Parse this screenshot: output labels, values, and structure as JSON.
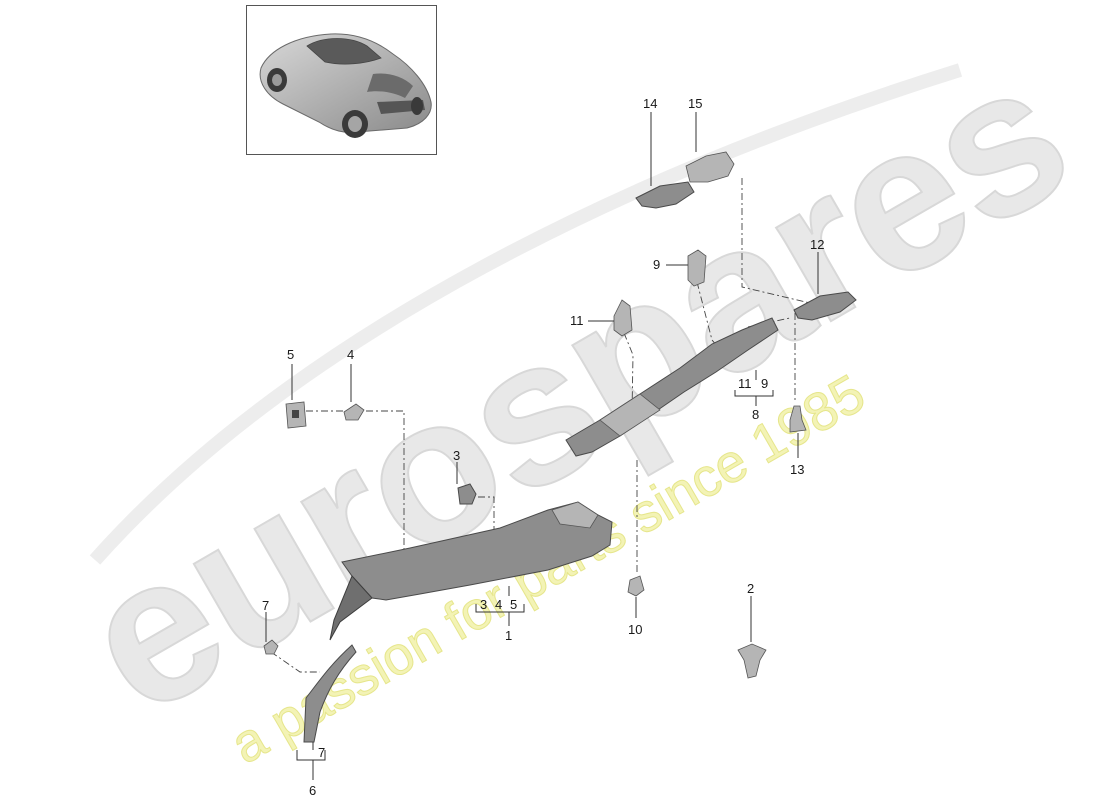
{
  "watermark": {
    "brand": "eurospares",
    "tagline": "a passion for parts since 1985"
  },
  "callouts": {
    "n1": "1",
    "n2": "2",
    "n3": "3",
    "n4": "4",
    "n5": "5",
    "n6": "6",
    "n7": "7",
    "n8": "8",
    "n9": "9",
    "n10": "10",
    "n11": "11",
    "n12": "12",
    "n13": "13",
    "n14": "14",
    "n15": "15"
  },
  "group_labels": {
    "g1_a": "3",
    "g1_b": "4",
    "g1_c": "5",
    "g6_a": "7",
    "g8_a": "11",
    "g8_b": "9"
  },
  "colors": {
    "watermark_grey": "#e8e8e8",
    "watermark_yellow": "#f3f3b5",
    "part_grey": "#8d8d8d"
  }
}
